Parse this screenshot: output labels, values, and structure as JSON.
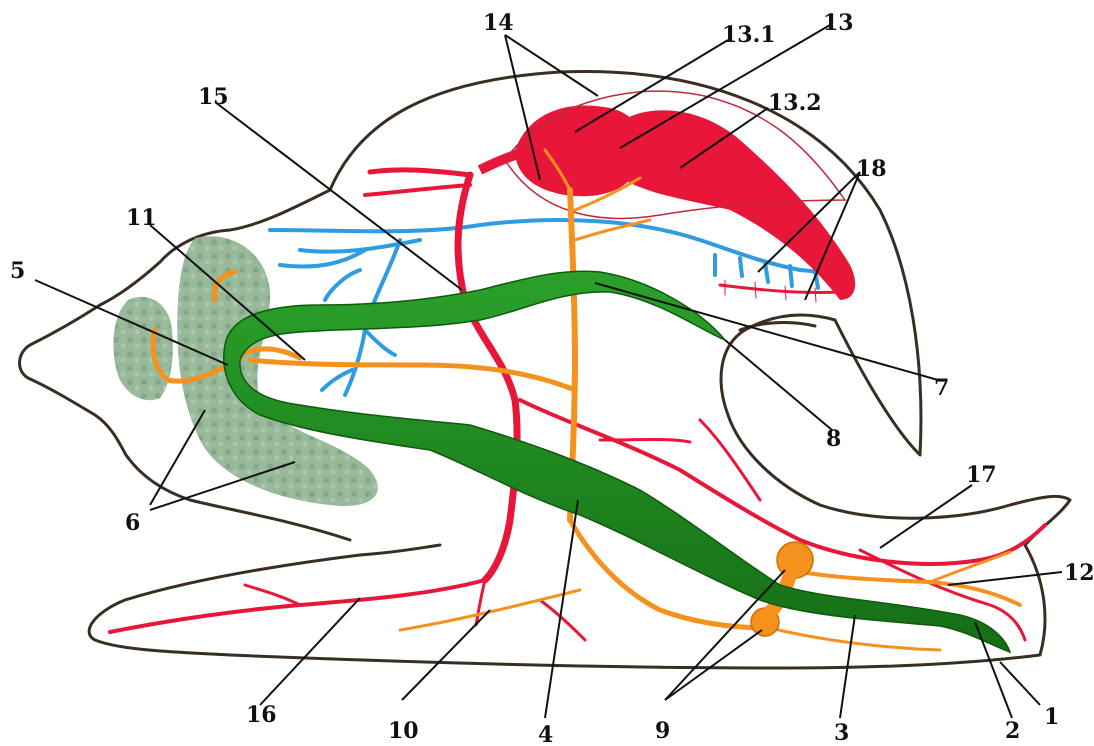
{
  "labels": {
    "l1": "1",
    "l2": "2",
    "l3": "3",
    "l4": "4",
    "l5": "5",
    "l6": "6",
    "l7": "7",
    "l8": "8",
    "l9": "9",
    "l10": "10",
    "l11": "11",
    "l12": "12",
    "l13": "13",
    "l13_1": "13.1",
    "l13_2": "13.2",
    "l14": "14",
    "l15": "15",
    "l16": "16",
    "l17": "17",
    "l18": "18"
  },
  "colors": {
    "outline": "#3a2e22",
    "hepatopancreas": "#7fa882",
    "digestive_tract": "#1f8a1f",
    "nerves": "#f5921e",
    "arteries": "#e8173a",
    "veins": "#2f9be0",
    "leader_lines": "#111111"
  }
}
